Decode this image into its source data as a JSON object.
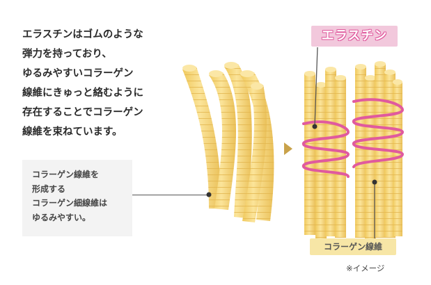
{
  "description": {
    "lines": [
      "エラスチンはゴムのような",
      "弾力を持っており、",
      "ゆるみやすいコラーゲン",
      "線維にきゅっと絡むように",
      "存在することでコラーゲン",
      "線維を束ねています。"
    ]
  },
  "callout": {
    "lines": [
      "コラーゲン線維を",
      "形成する",
      "コラーゲン細線維は",
      "ゆるみやすい。"
    ]
  },
  "labels": {
    "elastin": "エラスチン",
    "collagen_fiber": "コラーゲン線維",
    "image_note": "※イメージ"
  },
  "colors": {
    "fiber": "#f5d77a",
    "fiber_shadow": "#e8bf55",
    "elastin": "#e05a9e",
    "arrow": "#c9a24a"
  },
  "icons": {
    "arrow": "chevron-right-icon"
  }
}
